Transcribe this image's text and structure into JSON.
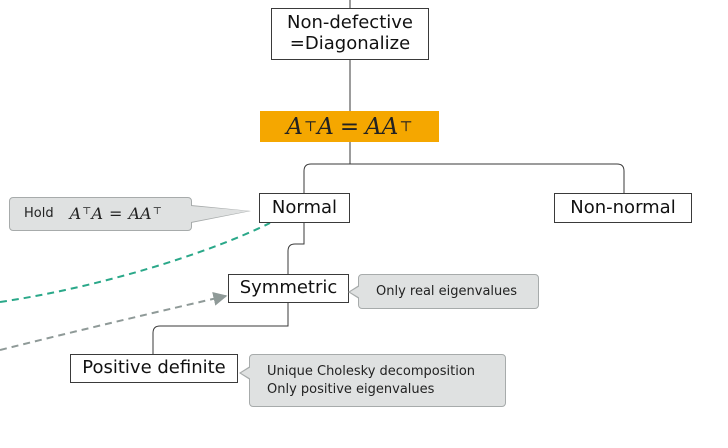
{
  "nodes": {
    "non_defective": {
      "line1": "Non-defective",
      "line2": "=Diagonalize"
    },
    "normal": "Normal",
    "non_normal": "Non-normal",
    "symmetric": "Symmetric",
    "positive_definite": "Positive definite"
  },
  "condition": {
    "lhs_base": "A",
    "lhs_tail": "A",
    "transpose": "⊤",
    "eq": "=",
    "rhs_base": "AA"
  },
  "notes": {
    "hold_label": "Hold",
    "real_eigen": "Only real eigenvalues",
    "cholesky": "Unique Cholesky decomposition",
    "positive_eigen": "Only positive eigenvalues"
  },
  "colors": {
    "condition_fill": "#f5a700",
    "note_fill": "#dfe1e1",
    "teal_arrow": "#2aa889",
    "gray_arrow": "#8f9a98"
  }
}
